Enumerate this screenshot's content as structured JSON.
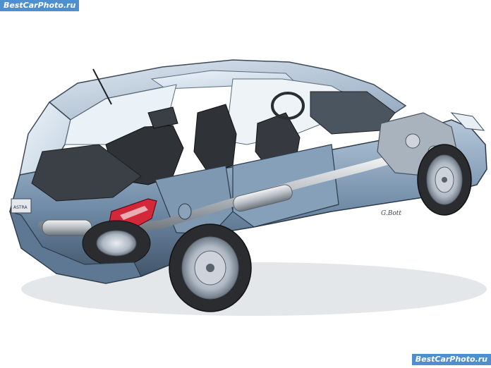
{
  "watermark_top_left": "BestCarPhoto.ru",
  "watermark_bottom_right": "BestCarPhoto.ru",
  "artist_signature": "G.Bott",
  "rear_badge_text": "ASTRA",
  "colors": {
    "body_main": "#6f8aa6",
    "body_light": "#b6c8da",
    "body_dark": "#3d4f63",
    "interior": "#2f3338",
    "glass": "#d9e6f0",
    "exhaust": "#c9ccd0",
    "taillight": "#d4283a",
    "tire": "#2a2c30",
    "watermark_bg": "#4e8fcf"
  }
}
